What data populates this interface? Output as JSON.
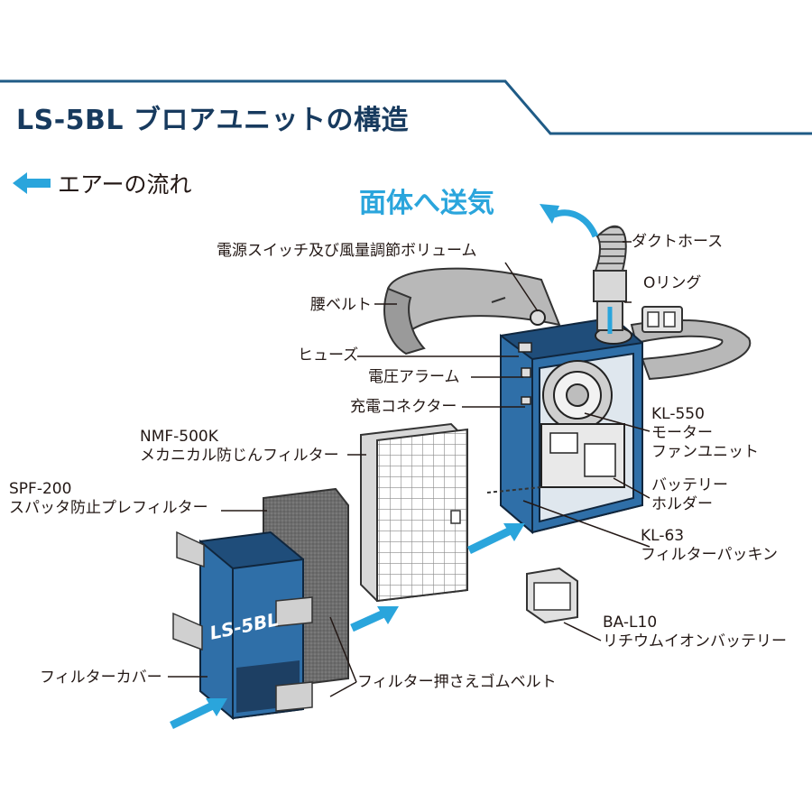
{
  "title": "LS-5BL ブロアユニットの構造",
  "legend": {
    "label": "エアーの流れ",
    "icon": "left-arrow-icon"
  },
  "air_out_label": "面体へ送気",
  "colors": {
    "title": "#173a5e",
    "rule": "#1f5b86",
    "air_arrow": "#2aa5dc",
    "unit_body": "#2f6fa8",
    "unit_dark": "#1f4d7a",
    "belt": "#b8b8b8"
  },
  "labels": {
    "duct_hose": "ダクトホース",
    "power_switch": "電源スイッチ及び風量調節ボリューム",
    "o_ring": "Oリング",
    "waist_belt": "腰ベルト",
    "fuse": "ヒューズ",
    "voltage_alarm": "電圧アラーム",
    "charge_connector": "充電コネクター",
    "fan_unit_model": "KL-550",
    "fan_unit_name_1": "モーター",
    "fan_unit_name_2": "ファンユニット",
    "nmf_model": "NMF-500K",
    "nmf_name": "メカニカル防じんフィルター",
    "spf_model": "SPF-200",
    "spf_name": "スパッタ防止プレフィルター",
    "battery_holder_1": "バッテリー",
    "battery_holder_2": "ホルダー",
    "packing_model": "KL-63",
    "packing_name": "フィルターパッキン",
    "battery_model": "BA-L10",
    "battery_name": "リチウムイオンバッテリー",
    "filter_cover": "フィルターカバー",
    "rubber_belt": "フィルター押さえゴムベルト"
  },
  "cover_text": "LS-5BL"
}
